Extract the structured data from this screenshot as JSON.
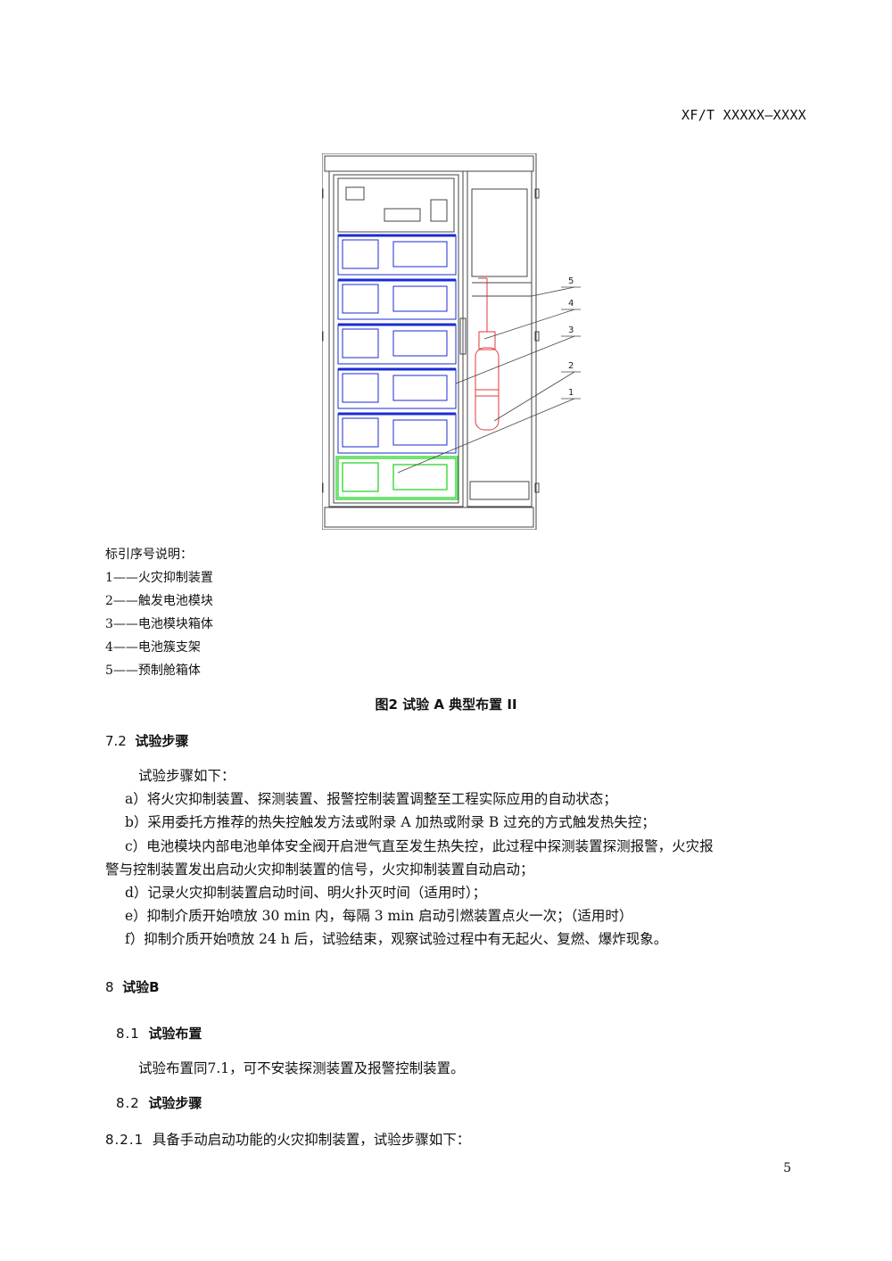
{
  "header": {
    "doc_code": "XF/T XXXXX—XXXX"
  },
  "figure": {
    "callouts": [
      "5",
      "4",
      "3",
      "2",
      "1"
    ],
    "legend_title": "标引序号说明：",
    "legend_items": [
      "1——火灾抑制装置",
      "2——触发电池模块",
      "3——电池模块箱体",
      "4——电池簇支架",
      "5——预制舱箱体"
    ],
    "caption": "图2  试验 A 典型布置 II"
  },
  "section_7_2": {
    "number": "7.2",
    "title": "试验步骤",
    "intro": "试验步骤如下：",
    "items": [
      "a）将火灾抑制装置、探测装置、报警控制装置调整至工程实际应用的自动状态；",
      "b）采用委托方推荐的热失控触发方法或附录 A 加热或附录 B 过充的方式触发热失控；",
      "c）电池模块内部电池单体安全阀开启泄气直至发生热失控，此过程中探测装置探测报警，火灾报",
      "警与控制装置发出启动火灾抑制装置的信号，火灾抑制装置自动启动；",
      "d）记录火灾抑制装置启动时间、明火扑灭时间（适用时）；",
      "e）抑制介质开始喷放 30 min 内，每隔 3 min 启动引燃装置点火一次；（适用时）",
      "f）抑制介质开始喷放 24 h 后，试验结束，观察试验过程中有无起火、复燃、爆炸现象。"
    ]
  },
  "section_8": {
    "number": "8",
    "title": "试验B"
  },
  "section_8_1": {
    "number": "8.1",
    "title": "试验布置",
    "body": "试验布置同7.1，可不安装探测装置及报警控制装置。"
  },
  "section_8_2": {
    "number": "8.2",
    "title": "试验步骤"
  },
  "section_8_2_1": {
    "number": "8.2.1",
    "body": "具备手动启动功能的火灾抑制装置，试验步骤如下："
  },
  "footer": {
    "page_number": "5"
  },
  "colors": {
    "module_blue": "#1a2bd6",
    "trigger_green": "#19d219",
    "suppression_red": "#e23a3a",
    "line": "#444444"
  }
}
